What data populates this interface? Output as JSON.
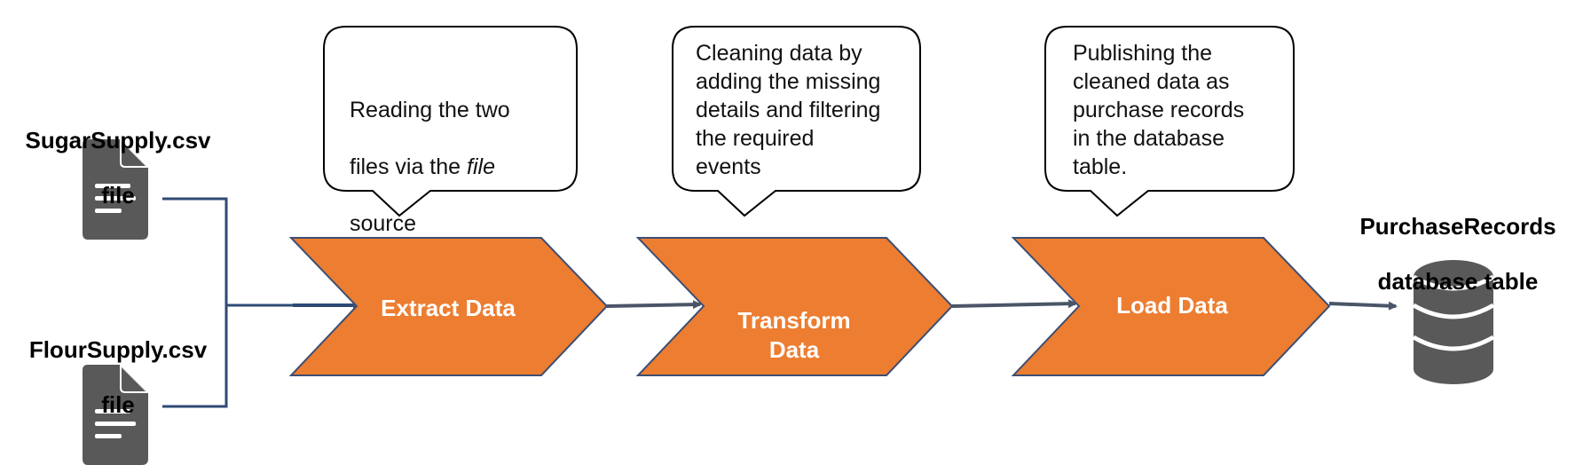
{
  "sources": [
    {
      "name": "SugarSupply.csv",
      "kind": "file",
      "icon": "document-icon"
    },
    {
      "name": "FlourSupply.csv",
      "kind": "file",
      "icon": "document-icon"
    }
  ],
  "stages": [
    {
      "label": "Extract Data",
      "note": [
        "Reading the two",
        "files via the ",
        "file",
        "source"
      ]
    },
    {
      "label": "Transform Data",
      "note": "Cleaning data by\nadding the missing\ndetails and filtering\nthe required\nevents"
    },
    {
      "label": "Load Data",
      "note": "Publishing the\ncleaned data as\npurchase records\nin the database\ntable."
    }
  ],
  "destination": {
    "name": "PurchaseRecords",
    "kind": "database table",
    "icon": "database-icon"
  },
  "colors": {
    "stage_fill": "#ED7D31",
    "stage_border": "#3D4F73",
    "connector": "#2F4A75",
    "arrow": "#4A5568",
    "icon": "#595959"
  }
}
